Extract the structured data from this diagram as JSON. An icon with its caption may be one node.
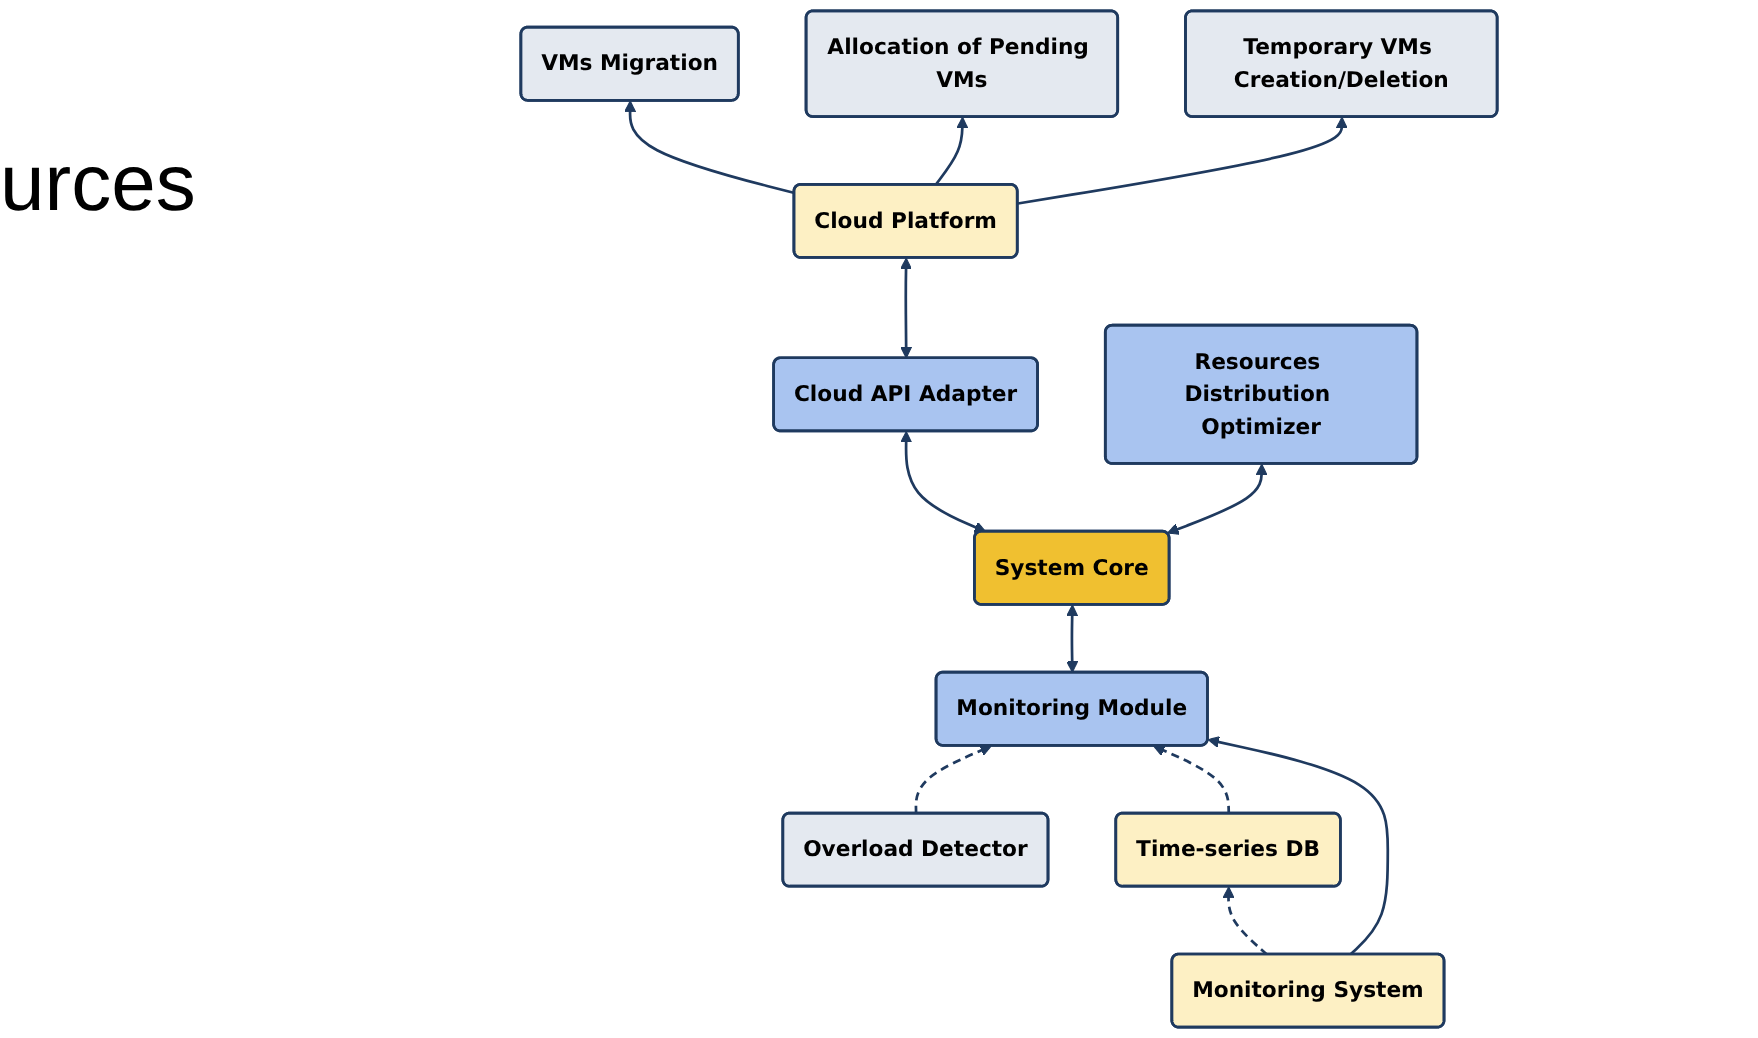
{
  "diagram": {
    "nodes": [
      {
        "text": [
          "VMs Migration"
        ]
      },
      {
        "text": [
          "Allocation of Pending VMs"
        ]
      },
      {
        "text": [
          "Temporary VMs Creation/Deletion"
        ]
      },
      {
        "text": [
          "Cloud Platform"
        ]
      },
      {
        "text": [
          "Cloud API Adapter"
        ]
      },
      {
        "text": [
          "Overload Detector"
        ]
      },
      {
        "text": [
          "Monitoring Module"
        ]
      },
      {
        "text": [
          "System Core"
        ]
      },
      {
        "text": [
          "Resources Distribution Optimizer"
        ]
      },
      {
        "text": [
          "Time-series DB"
        ]
      },
      {
        "text": [
          "Monitoring System"
        ]
      }
    ],
    "edges": [
      {
        "from": 3,
        "to": 0,
        "arrow": "to"
      },
      {
        "from": 3,
        "to": 1,
        "arrow": "to"
      },
      {
        "from": 3,
        "to": 2,
        "arrow": "to"
      },
      {
        "from": 4,
        "to": 3,
        "arrow": "both"
      },
      {
        "from": 7,
        "to": 4,
        "arrow": "both"
      },
      {
        "from": 5,
        "to": 6,
        "arrow": "to",
        "style": "dashed"
      },
      {
        "from": 6,
        "to": 7,
        "arrow": "both"
      },
      {
        "from": 7,
        "to": 8,
        "arrow": "both"
      },
      {
        "from": 9,
        "to": 6,
        "arrow": "to",
        "style": "dashed"
      },
      {
        "from": 10,
        "to": 6,
        "arrow": "to"
      },
      {
        "from": 10,
        "to": 9,
        "arrow": "to",
        "style": "dashed"
      }
    ],
    "labels": [
      "urces"
    ]
  }
}
